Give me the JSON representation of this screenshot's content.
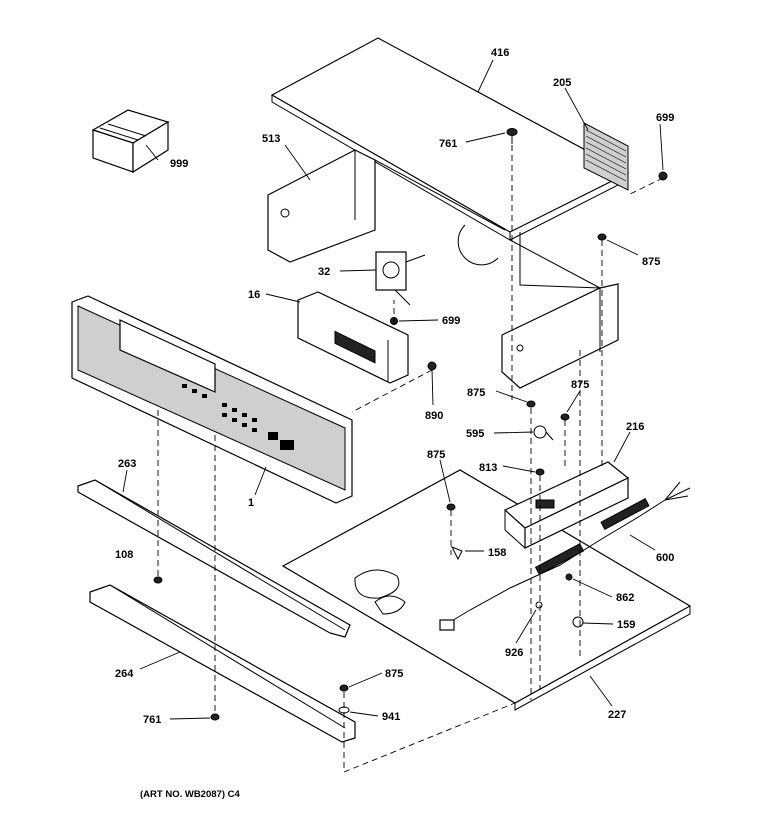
{
  "caption": "(ART NO. WB2087) C4",
  "callouts": [
    {
      "id": "c416",
      "text": "416"
    },
    {
      "id": "c205",
      "text": "205"
    },
    {
      "id": "c699a",
      "text": "699"
    },
    {
      "id": "c761a",
      "text": "761"
    },
    {
      "id": "c513",
      "text": "513"
    },
    {
      "id": "c999",
      "text": "999"
    },
    {
      "id": "c875a",
      "text": "875"
    },
    {
      "id": "c32",
      "text": "32"
    },
    {
      "id": "c16",
      "text": "16"
    },
    {
      "id": "c699b",
      "text": "699"
    },
    {
      "id": "c890",
      "text": "890"
    },
    {
      "id": "c875b",
      "text": "875"
    },
    {
      "id": "c875c",
      "text": "875"
    },
    {
      "id": "c595",
      "text": "595"
    },
    {
      "id": "c216",
      "text": "216"
    },
    {
      "id": "c875d",
      "text": "875"
    },
    {
      "id": "c813",
      "text": "813"
    },
    {
      "id": "c263",
      "text": "263"
    },
    {
      "id": "c1",
      "text": "1"
    },
    {
      "id": "c108",
      "text": "108"
    },
    {
      "id": "c158",
      "text": "158"
    },
    {
      "id": "c600",
      "text": "600"
    },
    {
      "id": "c862",
      "text": "862"
    },
    {
      "id": "c159",
      "text": "159"
    },
    {
      "id": "c926",
      "text": "926"
    },
    {
      "id": "c264",
      "text": "264"
    },
    {
      "id": "c875e",
      "text": "875"
    },
    {
      "id": "c941",
      "text": "941"
    },
    {
      "id": "c761b",
      "text": "761"
    },
    {
      "id": "c227",
      "text": "227"
    }
  ]
}
